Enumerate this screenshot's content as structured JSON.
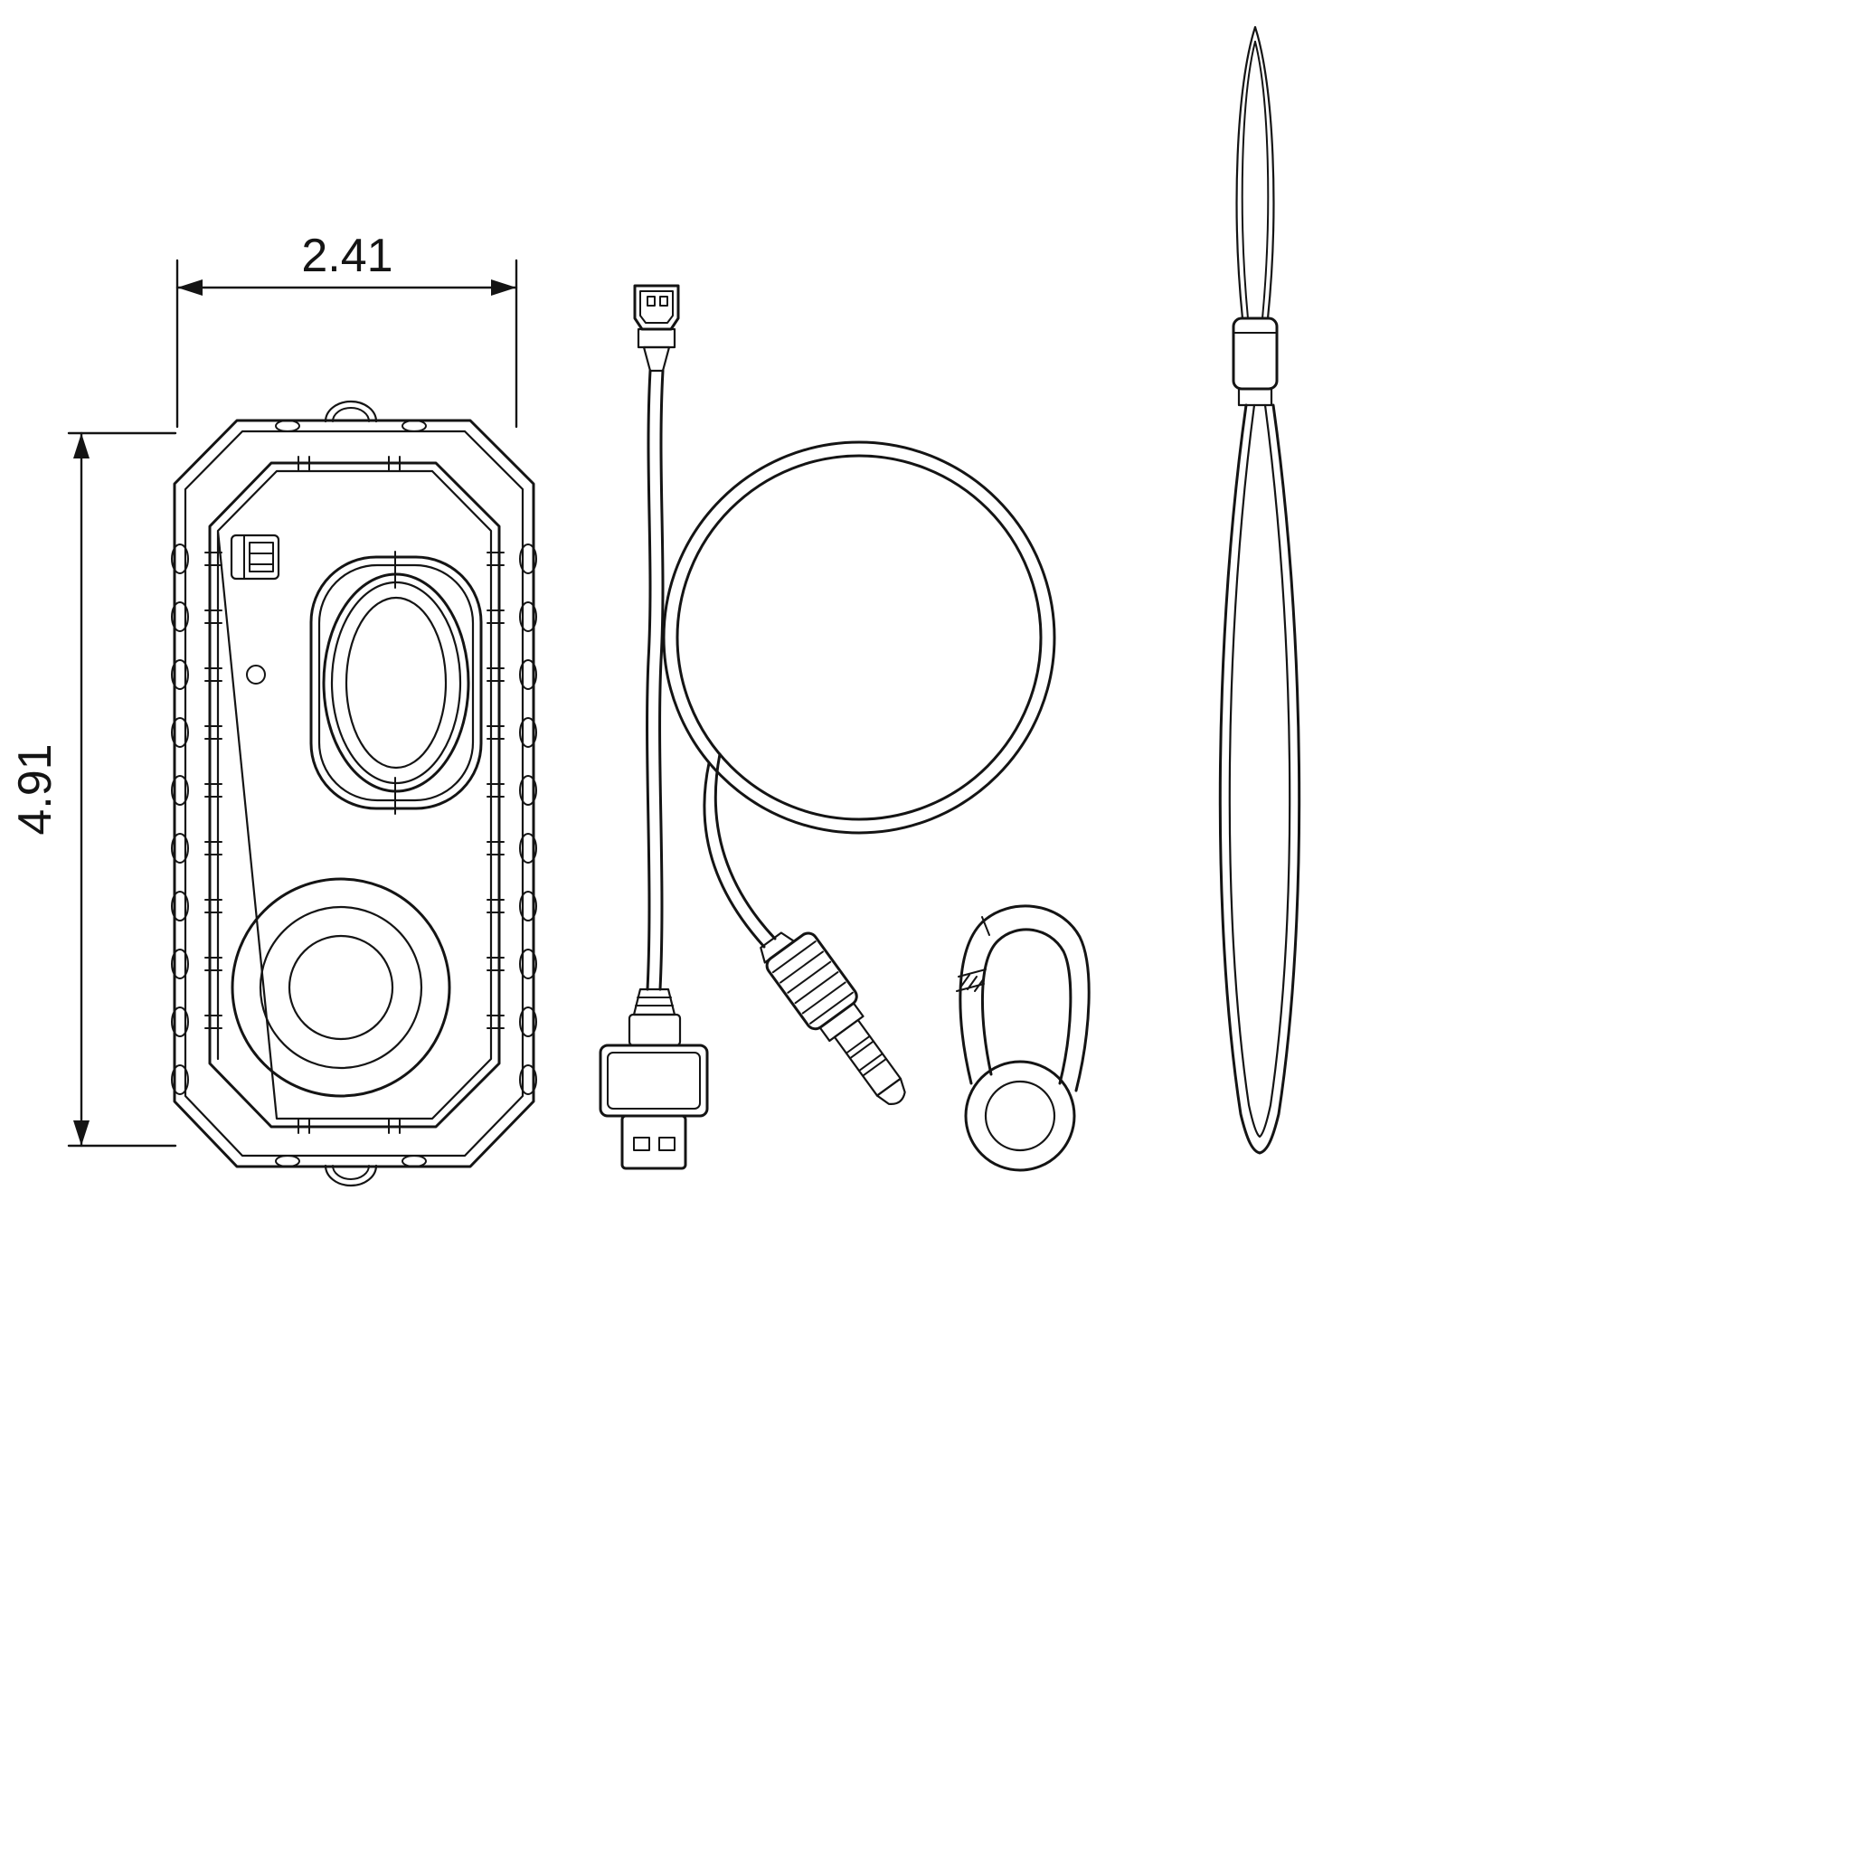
{
  "drawing": {
    "type": "technical-line-drawing",
    "dimensions": {
      "width_label": "2.41",
      "height_label": "4.91"
    },
    "parts": [
      {
        "id": "speaker-case",
        "label": "waterproof speaker case front view"
      },
      {
        "id": "usb-aux-cable",
        "label": "coiled micro-USB to USB cable with 3.5mm aux plug"
      },
      {
        "id": "carabiner",
        "label": "carabiner clip"
      },
      {
        "id": "lanyard",
        "label": "wrist lanyard strap"
      }
    ],
    "colors": {
      "line": "#141414",
      "background": "#ffffff"
    }
  }
}
